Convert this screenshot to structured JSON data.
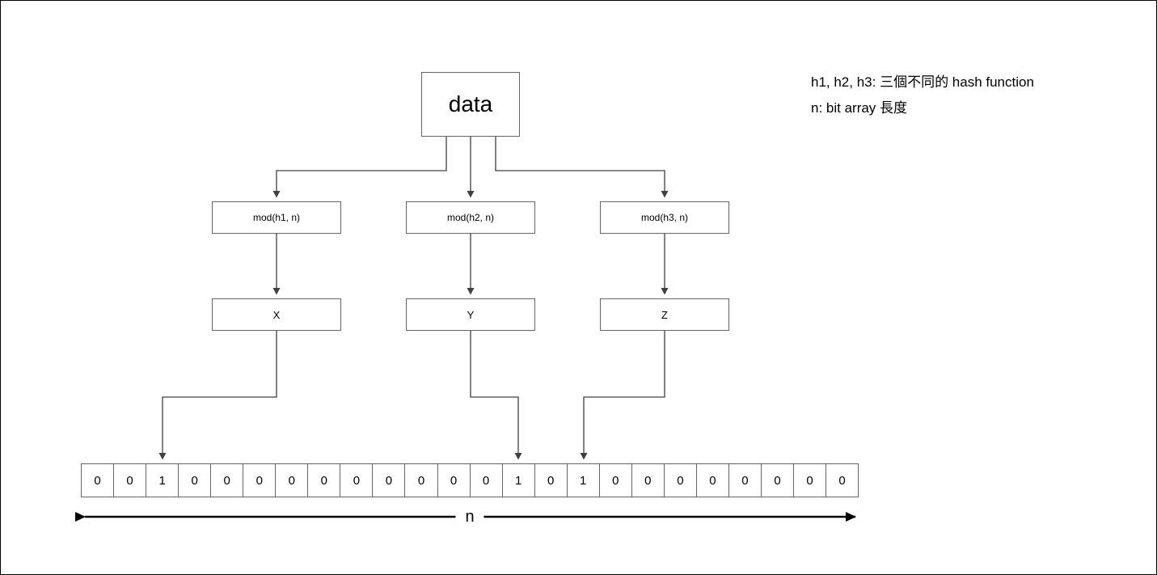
{
  "legend": {
    "line1": "h1, h2, h3: 三個不同的 hash function",
    "line2": "n: bit array 長度"
  },
  "nodes": {
    "data": "data",
    "mod1": "mod(h1, n)",
    "mod2": "mod(h2, n)",
    "mod3": "mod(h3, n)",
    "x": "X",
    "y": "Y",
    "z": "Z"
  },
  "bit_array": {
    "length": 24,
    "set_indices": [
      2,
      13,
      15
    ],
    "cells": [
      "0",
      "0",
      "1",
      "0",
      "0",
      "0",
      "0",
      "0",
      "0",
      "0",
      "0",
      "0",
      "0",
      "1",
      "0",
      "1",
      "0",
      "0",
      "0",
      "0",
      "0",
      "0",
      "0",
      "0"
    ]
  },
  "axis": {
    "label": "n"
  },
  "colors": {
    "box_border": "#666666",
    "connector": "#404040",
    "axis_arrow": "#000000",
    "text": "#000000",
    "background": "#ffffff"
  }
}
